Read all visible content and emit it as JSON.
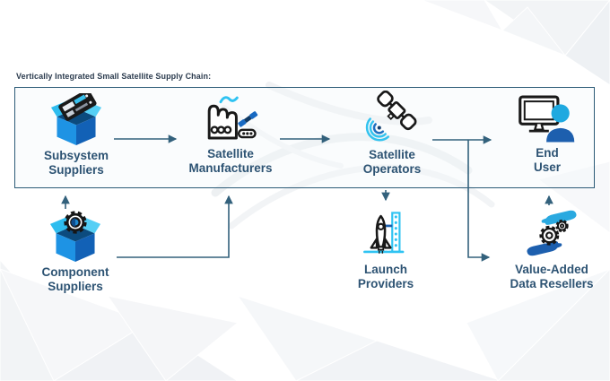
{
  "colors": {
    "title_text": "#2B3B4E",
    "label_text": "#2D5373",
    "frame_border": "#2C5B77",
    "arrow": "#33617C",
    "cyan": "#2FC3F2",
    "bright_blue": "#1E93E4",
    "dark_blue": "#1D5FAE",
    "icon_outline": "#191919"
  },
  "diagram": {
    "title": "Vertically Integrated Small Satellite Supply Chain:",
    "nodes": {
      "subsystem_suppliers": {
        "label": "Subsystem\nSuppliers",
        "icon": "circuit-box-icon"
      },
      "satellite_manufacturers": {
        "label": "Satellite\nManufacturers",
        "icon": "factory-icon"
      },
      "satellite_operators": {
        "label": "Satellite\nOperators",
        "icon": "satellite-signal-icon"
      },
      "end_user": {
        "label": "End\nUser",
        "icon": "monitor-user-icon"
      },
      "component_suppliers": {
        "label": "Component\nSuppliers",
        "icon": "gear-box-icon"
      },
      "launch_providers": {
        "label": "Launch\nProviders",
        "icon": "rocket-launchpad-icon"
      },
      "value_added_data_resellers": {
        "label": "Value-Added\nData Resellers",
        "icon": "hands-gears-icon"
      }
    },
    "edges": [
      {
        "from": "Subsystem Suppliers",
        "to": "Satellite Manufacturers"
      },
      {
        "from": "Satellite Manufacturers",
        "to": "Satellite Operators"
      },
      {
        "from": "Satellite Operators",
        "to": "End User"
      },
      {
        "from": "Satellite Operators",
        "to": "Launch Providers"
      },
      {
        "from": "Operators-EndUser link",
        "to": "Value-Added Data Resellers"
      },
      {
        "from": "Value-Added Data Resellers",
        "to": "End User"
      },
      {
        "from": "Component Suppliers",
        "to": "Subsystem Suppliers"
      },
      {
        "from": "Component Suppliers",
        "to": "Satellite Manufacturers"
      }
    ]
  }
}
